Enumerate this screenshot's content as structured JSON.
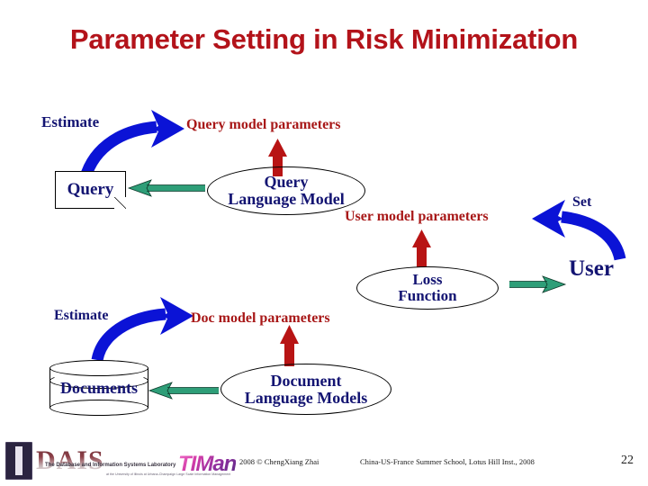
{
  "slide": {
    "title": "Parameter Setting in Risk Minimization",
    "page_number": "22"
  },
  "nodes": {
    "query_doc": "Query",
    "documents_db": "Documents",
    "query_lm_line1": "Query",
    "query_lm_line2": "Language Model",
    "doc_lm_line1": "Document",
    "doc_lm_line2": "Language Models",
    "loss_line1": "Loss",
    "loss_line2": "Function"
  },
  "labels": {
    "estimate_top": "Estimate",
    "estimate_bottom": "Estimate",
    "query_model_parameters": "Query model parameters",
    "user_model_parameters": "User model parameters",
    "doc_model_parameters": "Doc model parameters",
    "set": "Set",
    "user": "User"
  },
  "colors": {
    "title_red": "#B3131A",
    "label_red": "#A81818",
    "label_navy": "#131472",
    "arrow_blue": "#0B13D6",
    "arrow_green": "#2E9E78",
    "arrow_red": "#B81414",
    "outline_black": "#000000"
  },
  "footer": {
    "copyright": "2008  © ChengXiang Zhai",
    "venue": "China-US-France Summer School, Lotus Hill Inst., 2008",
    "dais_word": "DAIS",
    "dais_tagline": "The Database and Information Systems Laboratory",
    "dais_subtagline": "at the University of Illinois at Urbana-Champaign\nLarge Scale Information Management",
    "timan_word": "TIMan"
  }
}
